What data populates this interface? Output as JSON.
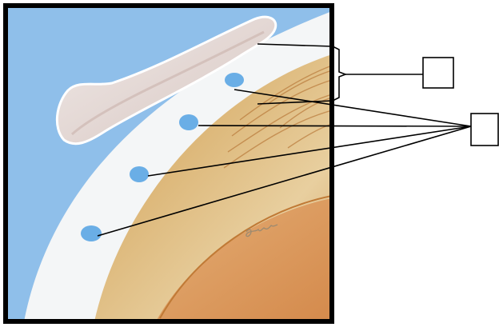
{
  "figure": {
    "colors": {
      "background": "#ffffff",
      "frame": "#000000",
      "sky": "#8fbfea",
      "capsule": "#f4f6f7",
      "muscle_light": "#e6cb99",
      "muscle_mid": "#d9b172",
      "muscle_dark": "#c98c45",
      "interior": "#e0a66c",
      "interior_deep": "#d98e50",
      "bone": "#e9e3e1",
      "bone_shadow": "#cdb7b2",
      "spot": "#6aaee6",
      "leader": "#000000"
    },
    "label_boxes": [
      {
        "name": "upper-label-box",
        "text": ""
      },
      {
        "name": "lower-label-box",
        "text": ""
      }
    ],
    "signature": "Gisoa"
  }
}
